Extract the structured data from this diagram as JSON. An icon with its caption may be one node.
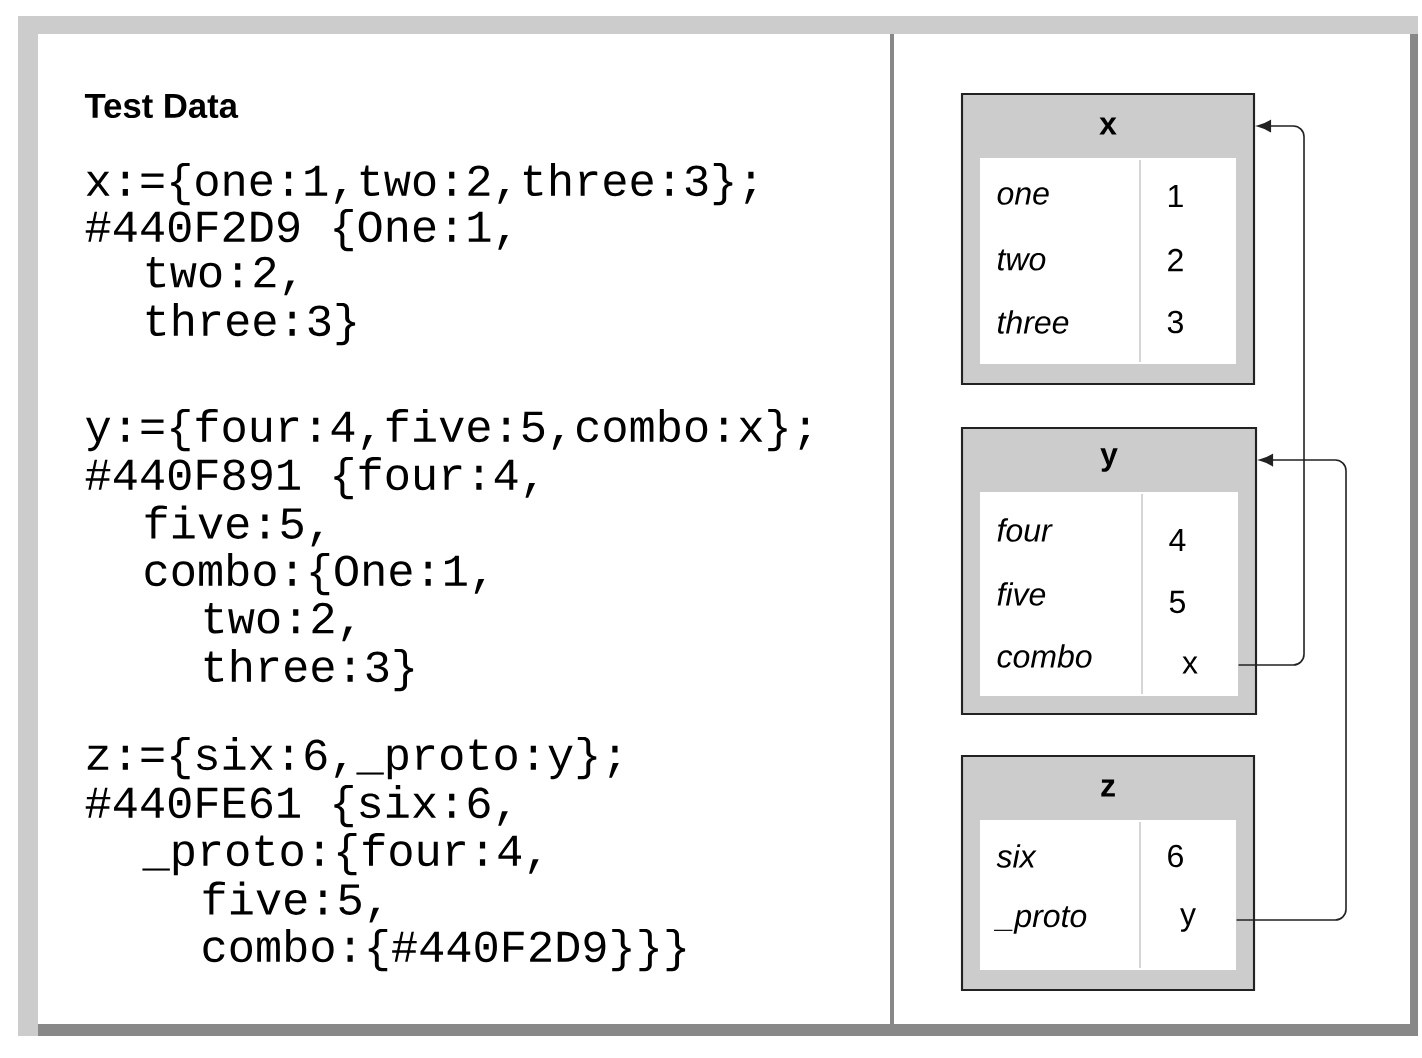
{
  "diagram": {
    "title": "Test Data",
    "nodes": [
      {
        "text": [
          "x"
        ]
      },
      {
        "text": [
          "one",
          "1",
          "two",
          "2",
          "three",
          "3"
        ],
        "in": 0
      },
      {
        "text": [
          "y"
        ]
      },
      {
        "text": [
          "four",
          "4",
          "five",
          "5",
          "combo"
        ],
        "in": 2
      },
      {
        "text": [
          "x"
        ],
        "in": 3
      },
      {
        "text": [
          "z"
        ]
      },
      {
        "text": [
          "six",
          "6",
          "_proto"
        ],
        "in": 5
      },
      {
        "text": [
          "y"
        ],
        "in": 6
      }
    ],
    "edges": [
      {
        "from": 4,
        "to": 0,
        "arrow": "to"
      },
      {
        "from": 7,
        "to": 2,
        "arrow": "to"
      }
    ],
    "labels": [
      "x:={one:1,two:2,three:3};",
      "#440F2D9 {One:1,",
      "two:2,",
      "three:3}",
      "y:={four:4,five:5,combo:x};",
      "#440F891 {four:4,",
      "five:5,",
      "combo:{One:1,",
      "two:2,",
      "three:3}",
      "z:={six:6,_proto:y};",
      "#440FE61 {six:6,",
      "_proto:{four:4,",
      "five:5,",
      "combo:{#440F2D9}}}"
    ]
  }
}
